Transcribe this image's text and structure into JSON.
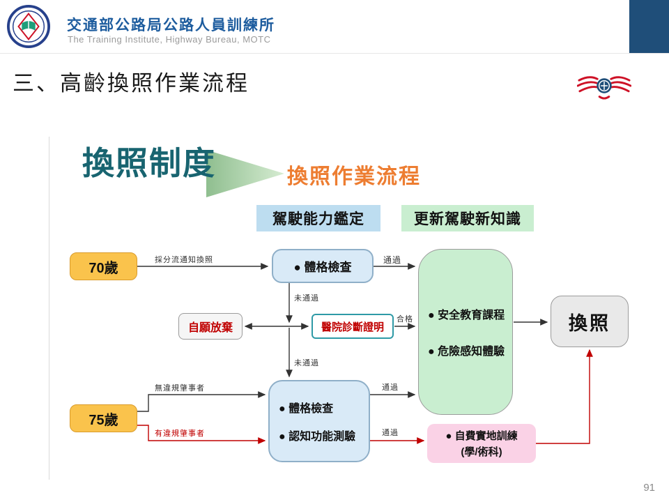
{
  "header": {
    "org_zh": "交通部公路局公路人員訓練所",
    "org_en": "The Training Institute, Highway Bureau, MOTC"
  },
  "slide": {
    "title": "三、高齡換照作業流程",
    "page_number": "91"
  },
  "diagram": {
    "heading_primary": "換照制度",
    "heading_secondary": "換照作業流程",
    "col_left_header": "駕駛能力鑑定",
    "col_right_header": "更新駕駛新知識",
    "age70": "70歲",
    "age75": "75歲",
    "physical_check": "● 體格檢查",
    "green_items": [
      "● 安全教育課程",
      "● 危險感知體驗"
    ],
    "renew": "換照",
    "give_up": "自願放棄",
    "hospital_cert": "醫院診斷證明",
    "lower_blue_items": [
      "● 體格檢查",
      "● 認知功能測驗"
    ],
    "pink_line1": "● 自費實地訓練",
    "pink_line2": "(學/術科)",
    "labels": {
      "notify": "採分流通知換照",
      "pass_top": "通過",
      "fail_1": "未通過",
      "qualified": "合格",
      "fail_2": "未通過",
      "no_violation": "無違規肇事者",
      "violation": "有違規肇事者",
      "pass_mid": "通過",
      "pass_bottom": "通過"
    }
  },
  "colors": {
    "header_bar": "#1F4E79",
    "brand_blue": "#1D5C9E",
    "teal_heading": "#186470",
    "orange_heading": "#ED7D31",
    "age_box_yellow": "#FAC34C",
    "light_blue": "#D9EAF7",
    "light_green": "#C9EED0",
    "pink": "#FAD2E6",
    "alert_red": "#C00000",
    "renew_gray": "#E9E9E9"
  }
}
